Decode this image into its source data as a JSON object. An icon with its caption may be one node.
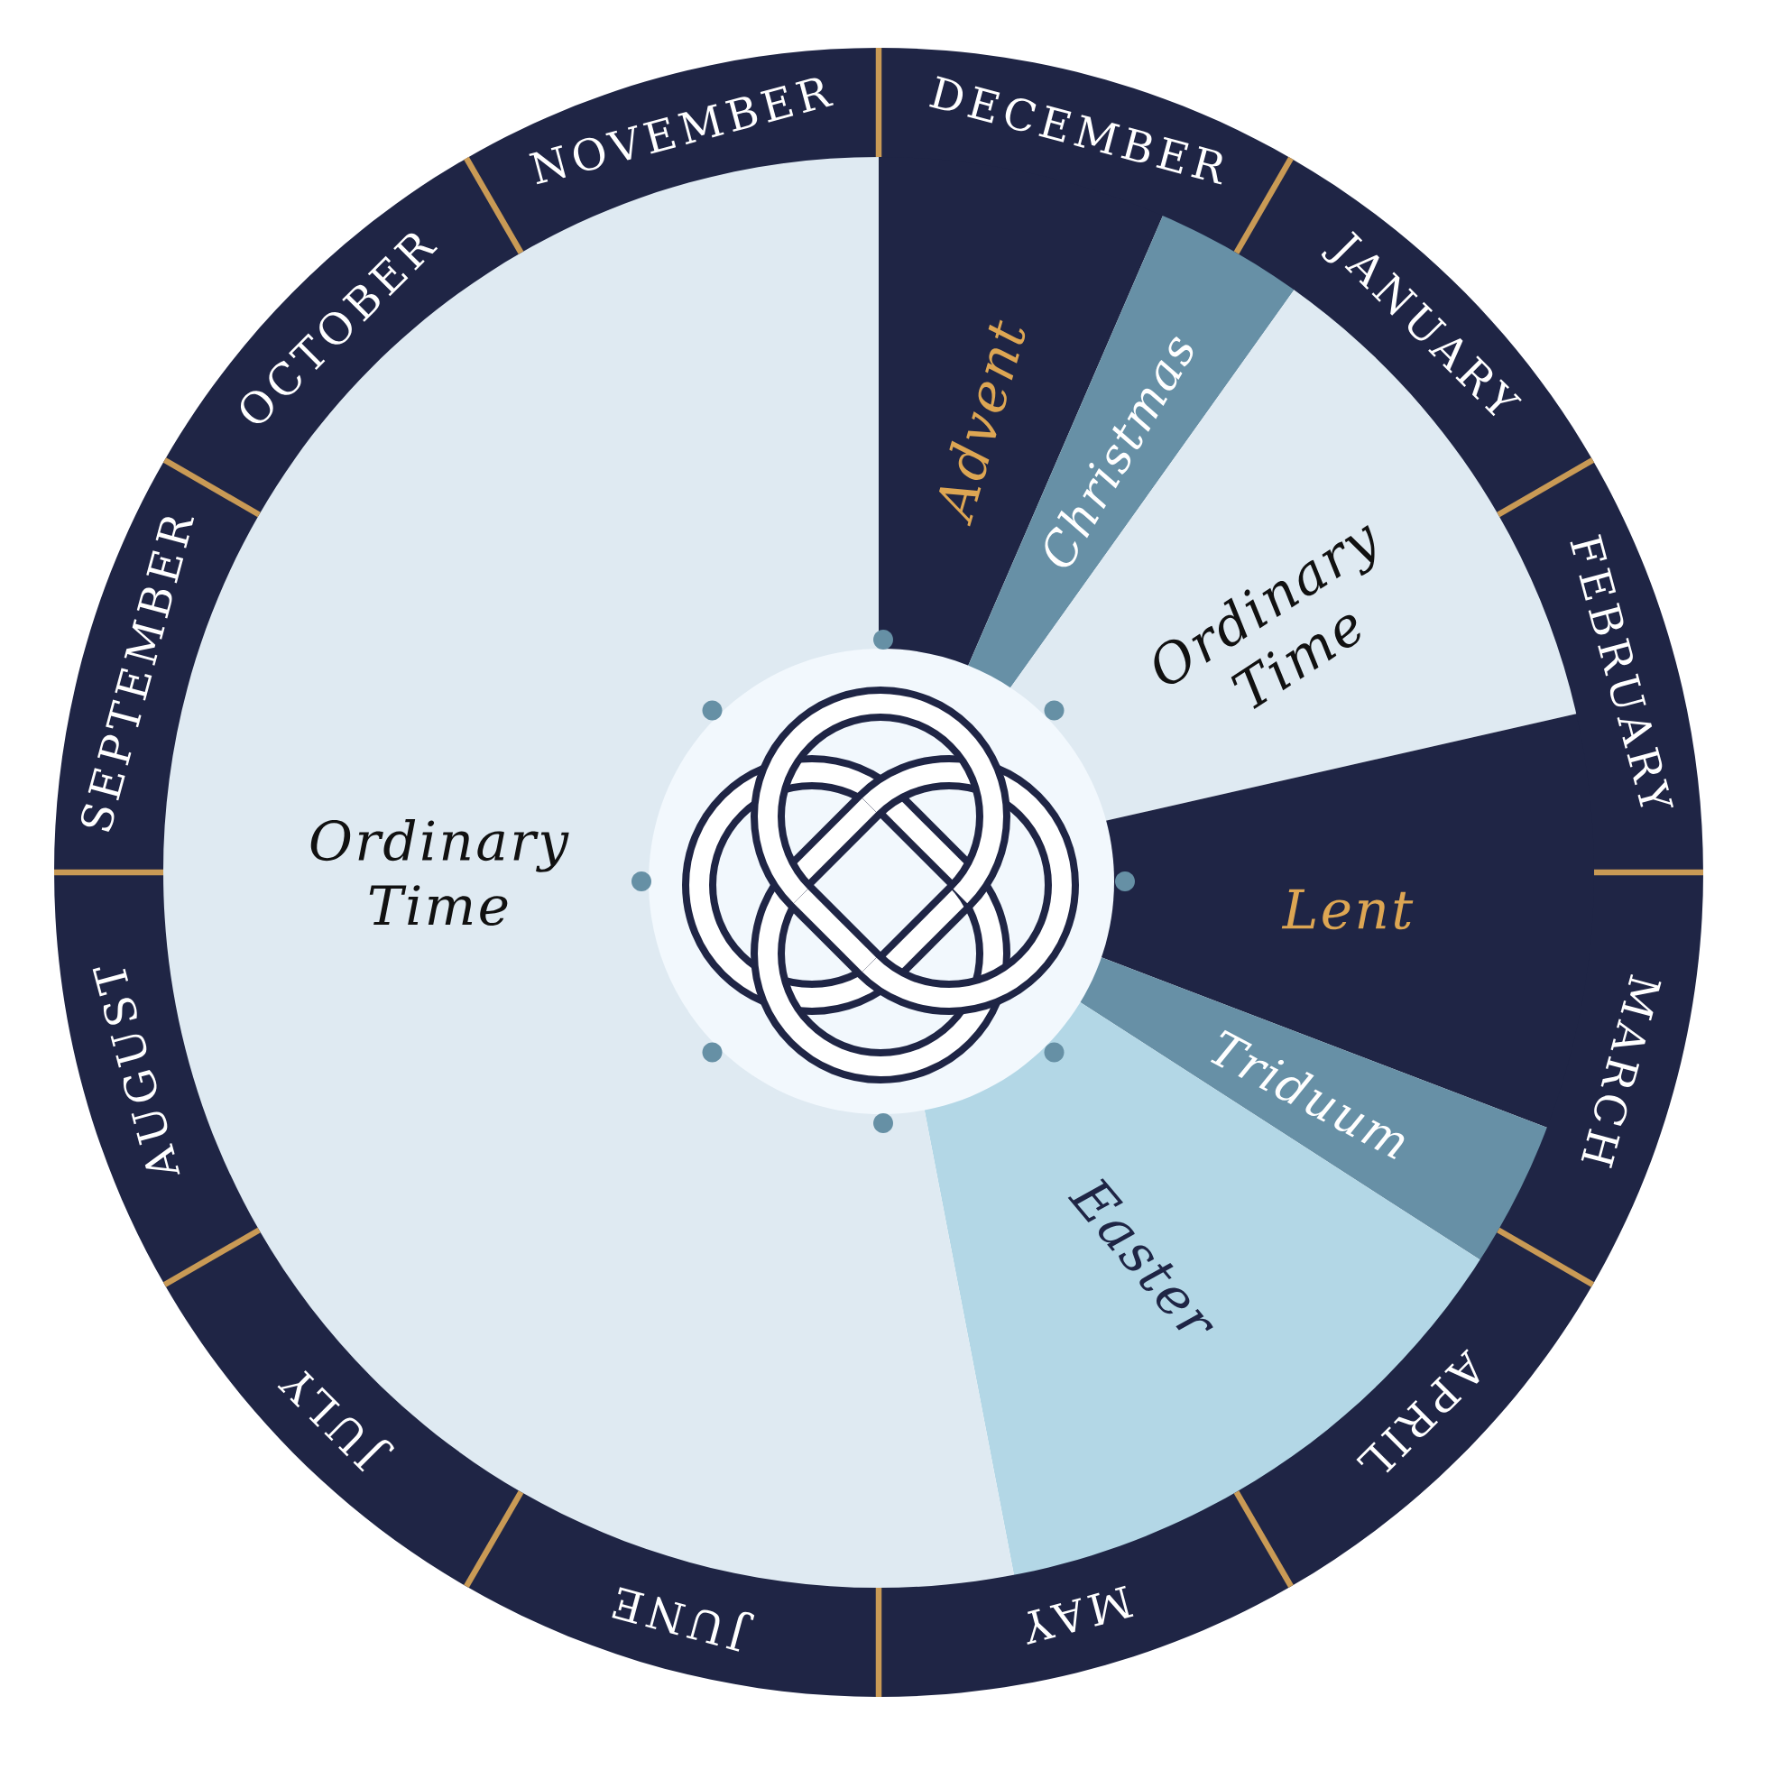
{
  "diagram": {
    "nodes": [
      {
        "text": [
          "DECEMBER"
        ]
      },
      {
        "text": [
          "JANUARY"
        ]
      },
      {
        "text": [
          "FEBRUARY"
        ]
      },
      {
        "text": [
          "MARCH"
        ]
      },
      {
        "text": [
          "APRIL"
        ]
      },
      {
        "text": [
          "MAY"
        ]
      },
      {
        "text": [
          "JUNE"
        ]
      },
      {
        "text": [
          "JULY"
        ]
      },
      {
        "text": [
          "AUGUST"
        ]
      },
      {
        "text": [
          "SEPTEMBER"
        ]
      },
      {
        "text": [
          "OCTOBER"
        ]
      },
      {
        "text": [
          "NOVEMBER"
        ]
      },
      {
        "text": [
          "Advent"
        ]
      },
      {
        "text": [
          "Christmas"
        ]
      },
      {
        "text": [
          "Ordinary Time"
        ]
      },
      {
        "text": [
          "Lent"
        ]
      },
      {
        "text": [
          "Triduum"
        ]
      },
      {
        "text": [
          "Easter"
        ]
      },
      {
        "text": [
          "Ordinary Time"
        ]
      }
    ]
  }
}
